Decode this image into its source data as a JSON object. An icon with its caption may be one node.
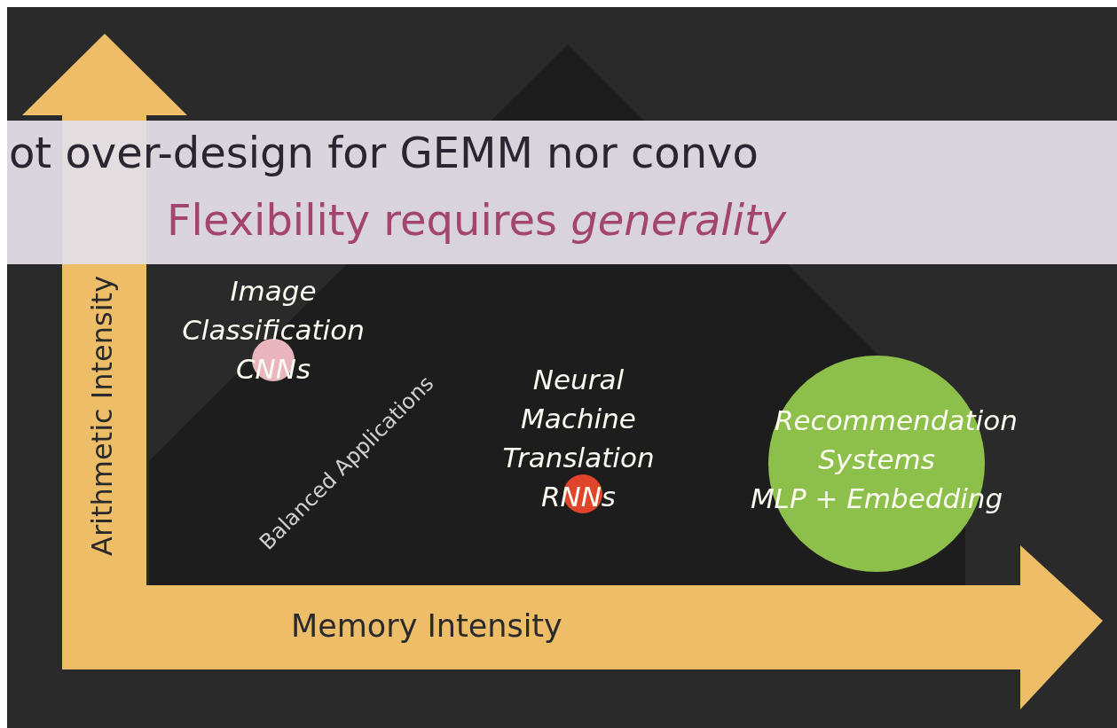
{
  "diagram": {
    "nodes": [
      {
        "text": [
          "Image Classification",
          "CNNs"
        ]
      },
      {
        "text": [
          "Neural Machine Translation",
          "RNNs"
        ]
      },
      {
        "text": [
          "Recommendation Systems",
          "MLP + Embedding"
        ]
      }
    ],
    "labels": [
      "Balanced Applications",
      "Arithmetic Intensity",
      "Memory Intensity",
      "ot over-design for GEMM nor convo",
      "Flexibility requires *generality*"
    ]
  }
}
